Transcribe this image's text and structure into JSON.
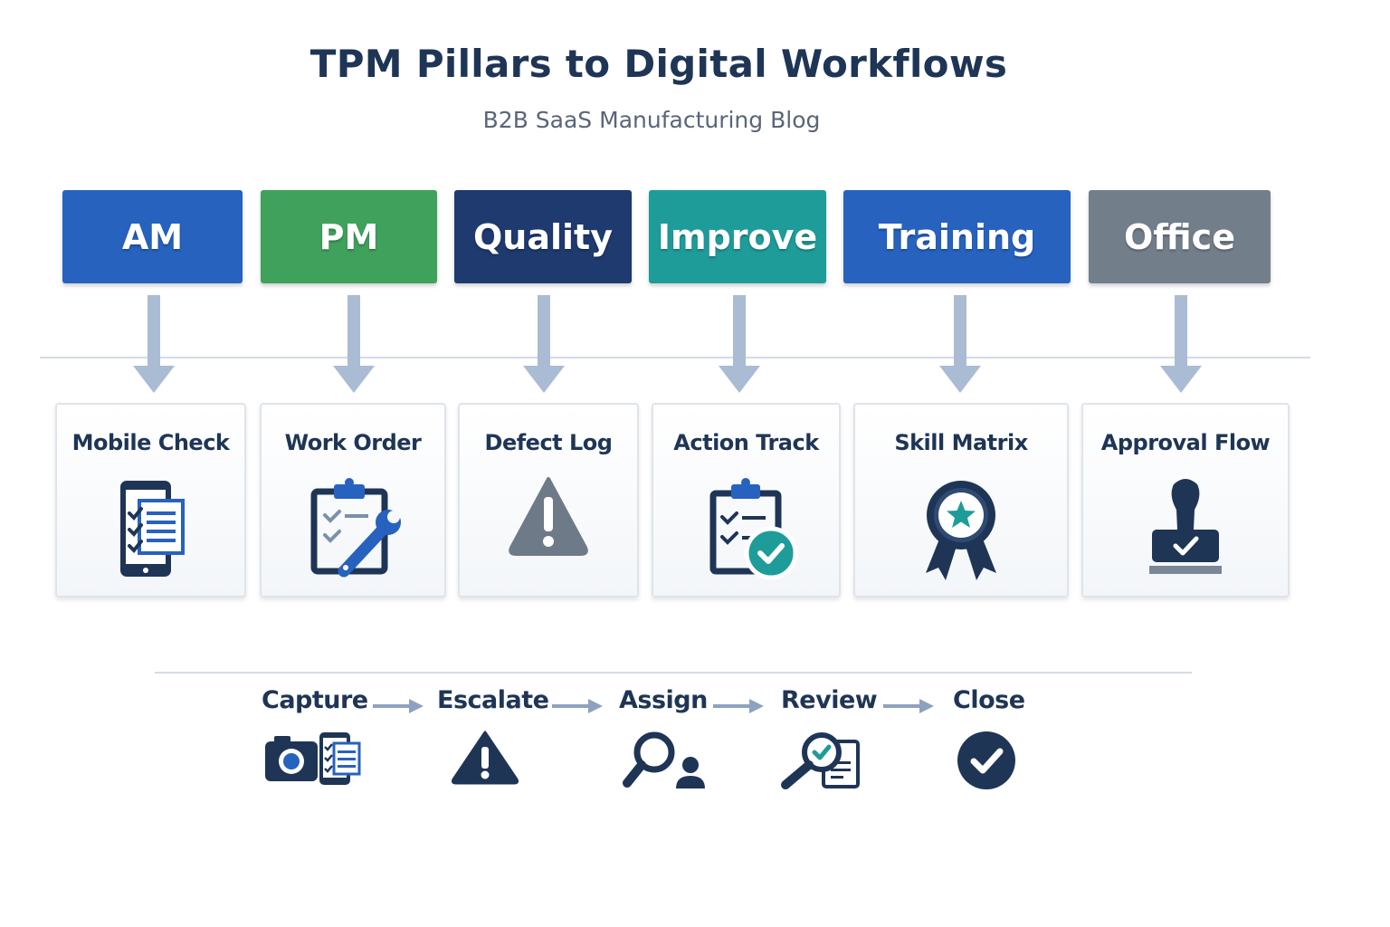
{
  "title": "TPM Pillars to Digital Workflows",
  "subtitle": "B2B SaaS Manufacturing Blog",
  "colors": {
    "am": "#2762bf",
    "pm": "#3fa15c",
    "quality": "#1e3a6f",
    "improve": "#1e9c99",
    "training": "#2762bf",
    "office": "#737e8b",
    "arrow": "#aabbd4",
    "icon_dark": "#1f3556",
    "icon_blue": "#2762bf",
    "icon_teal": "#1e9c99"
  },
  "pillars": [
    {
      "label": "AM",
      "icon": "none"
    },
    {
      "label": "PM",
      "icon": "none"
    },
    {
      "label": "Quality",
      "icon": "none"
    },
    {
      "label": "Improve",
      "icon": "none"
    },
    {
      "label": "Training",
      "icon": "none"
    },
    {
      "label": "Office",
      "icon": "none"
    }
  ],
  "workflows": [
    {
      "label": "Mobile Check",
      "icon": "mobile-checklist-icon"
    },
    {
      "label": "Work Order",
      "icon": "clipboard-wrench-icon"
    },
    {
      "label": "Defect Log",
      "icon": "warning-triangle-icon"
    },
    {
      "label": "Action Track",
      "icon": "clipboard-checkmark-icon"
    },
    {
      "label": "Skill Matrix",
      "icon": "award-ribbon-icon"
    },
    {
      "label": "Approval Flow",
      "icon": "approval-stamp-icon"
    }
  ],
  "steps": [
    {
      "label": "Capture",
      "icon": "camera-checklist-icon"
    },
    {
      "label": "Escalate",
      "icon": "warning-icon"
    },
    {
      "label": "Assign",
      "icon": "search-user-icon"
    },
    {
      "label": "Review",
      "icon": "search-document-icon"
    },
    {
      "label": "Close",
      "icon": "check-circle-icon"
    }
  ]
}
